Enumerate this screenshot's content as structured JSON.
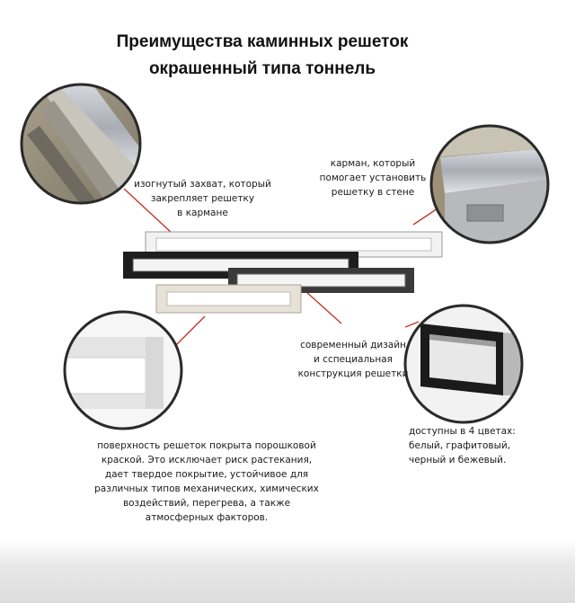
{
  "title": {
    "line1": "Преимущества каминных решеток",
    "line2": "окрашенный типа тоннель"
  },
  "callouts": {
    "hook": [
      "изогнутый  захват, который",
      "закрепляет решетку",
      "в кармане"
    ],
    "pocket": [
      "карман, который",
      "помогает установить",
      "решетку в стене"
    ],
    "design": [
      "современный дизайн",
      "и сспециальная",
      "конструкция решетки"
    ],
    "colors": [
      "доступны в 4 цветах:",
      "белый, графитовый,",
      "черный и бежевый."
    ],
    "surface": [
      "поверхность решеток покрыта порошковой",
      "краской. Это исключает риск растекания,",
      "дает твердое покрытие, устойчивое для",
      "различных типов механических, химических",
      "воздействий, перегрева, а также",
      "атмосферных факторов."
    ]
  },
  "colors": {
    "leader": "#c0392b",
    "white_grille": "#eeeeee",
    "graphite_grille": "#3a3a3a",
    "black_grille": "#1e1e1e",
    "beige_grille": "#e6e2d8"
  }
}
